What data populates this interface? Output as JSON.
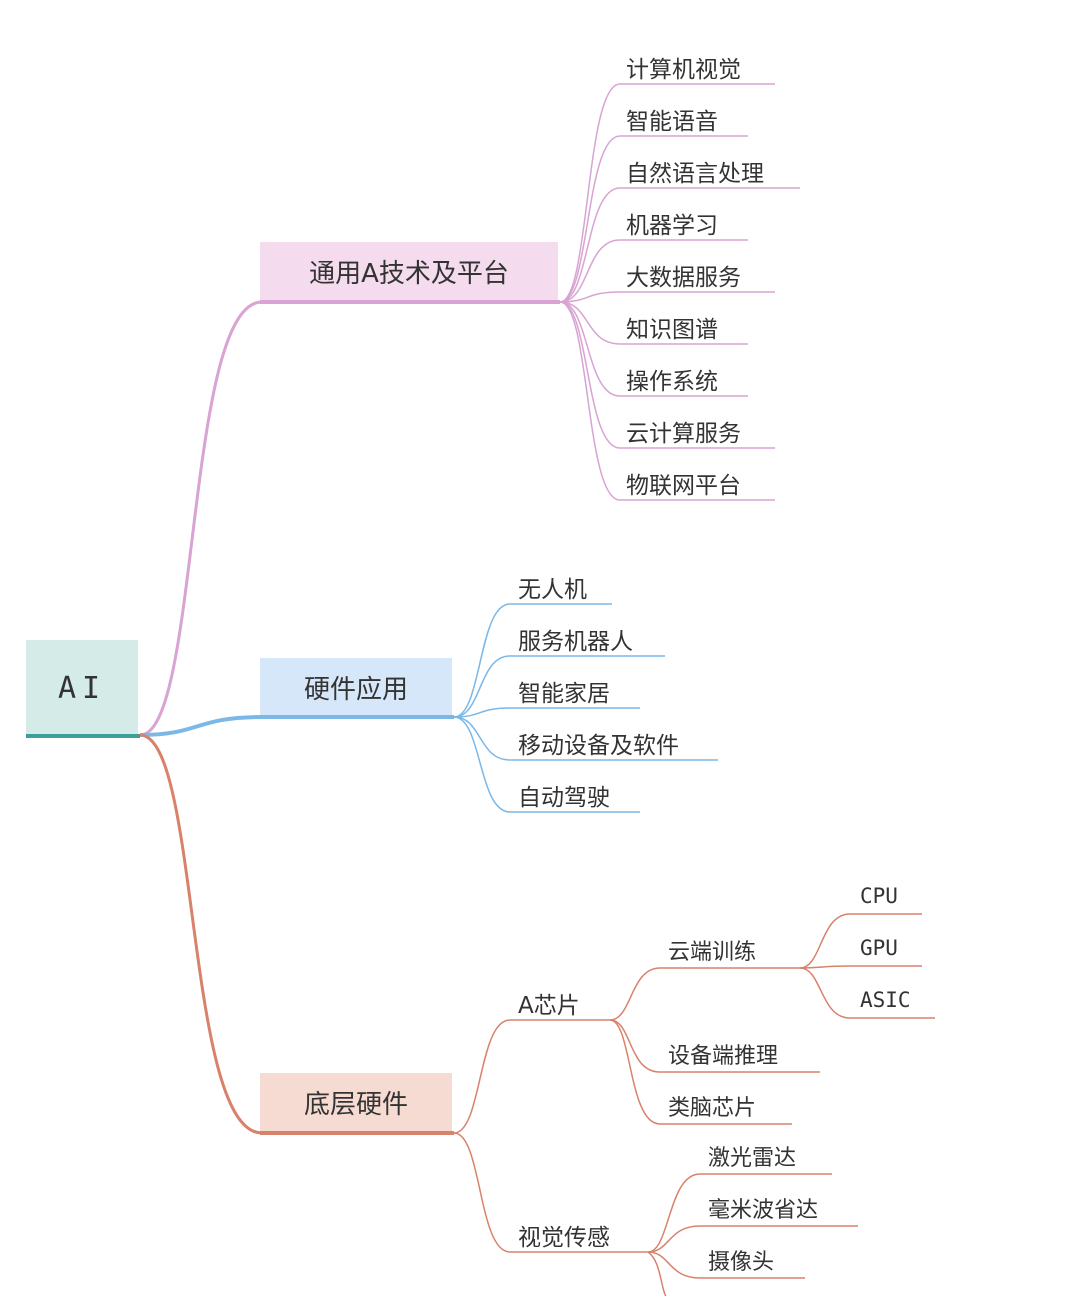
{
  "root": {
    "label": "AI",
    "color": "#d4ebe8",
    "line": "#3d9f9a"
  },
  "branch1": {
    "label": "通用A技术及平台",
    "fill": "#f4dcee",
    "line": "#d9a3d3",
    "children": [
      "计算机视觉",
      "智能语音",
      "自然语言处理",
      "机器学习",
      "大数据服务",
      "知识图谱",
      "操作系统",
      "云计算服务",
      "物联网平台"
    ]
  },
  "branch2": {
    "label": "硬件应用",
    "fill": "#d6e7f9",
    "line": "#7bb8e8",
    "children": [
      "无人机",
      "服务机器人",
      "智能家居",
      "移动设备及软件",
      "自动驾驶"
    ]
  },
  "branch3": {
    "label": "底层硬件",
    "fill": "#f6dbd3",
    "line": "#d9826b",
    "chip": {
      "label": "A芯片",
      "cloud": {
        "label": "云端训练",
        "children": [
          "CPU",
          "GPU",
          "ASIC"
        ]
      },
      "device": "设备端推理",
      "brain": "类脑芯片"
    },
    "vision": {
      "label": "视觉传感",
      "children": [
        "激光雷达",
        "毫米波省达",
        "摄像头"
      ]
    }
  }
}
